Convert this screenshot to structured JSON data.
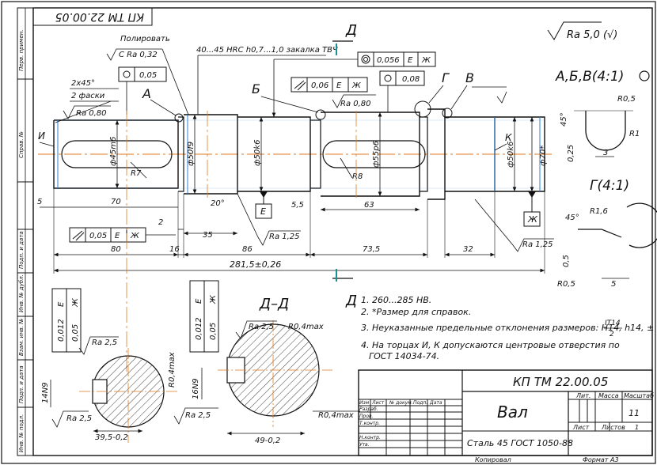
{
  "doc": {
    "code": "КП ТМ 22.00.05",
    "code_rotated": "КП ТМ 22.00.05",
    "name": "Вал",
    "material": "Сталь 45 ГОСТ 1050-88",
    "mass": "",
    "scale": "1:1",
    "sheet_label": "Лист",
    "sheets_label": "Листов",
    "sheets_value": "1",
    "copied": "Копировал",
    "format": "Формат А3",
    "scale_value": "1:1",
    "lit_value": "",
    "mass_value": "",
    "scale_shown": "11"
  },
  "title_block": {
    "col_izm": "Изм",
    "col_list": "Лист",
    "col_doc": "№ докум.",
    "col_sign": "Подп.",
    "col_date": "Дата",
    "row_razrab": "Разраб.",
    "row_prov": "Пров.",
    "row_tkontr": "Т.контр.",
    "row_nkontr": "Н.контр.",
    "row_utv": "Утв.",
    "lit_label": "Лит.",
    "mass_label": "Масса",
    "scale_label": "Масштаб"
  },
  "left_strip": [
    "Перв. примен.",
    "Справ. №",
    "Подп. и дата",
    "Инв. № дубл.",
    "Взам. инв. №",
    "Подп. и дата",
    "Инв. № подл."
  ],
  "roughness_general": "Ra 5,0 (√)",
  "notes": [
    "1. 260...285 НВ.",
    "2. *Размер для справок.",
    "3. Неуказанные предельные отклонения размеров: Н14, h14, ±",
    "4. На торцах И, К допускаются центровые отверстия по",
    "ГОСТ 14034-74."
  ],
  "note3_frac_top": "IT14",
  "note3_frac_bottom": "2",
  "labels": {
    "polish": "Полировать",
    "c_ra": "С Ra 0,32",
    "hardening": "40...45 HRC h0,7...1,0 закалка ТВЧ",
    "chamfer": "2х45°",
    "chamfer2": "2 фаски",
    "ra080_left": "Ra 0,80",
    "ra080_mid": "Ra 0,80",
    "section_d": "Д",
    "section_d2": "Д",
    "section_dd": "Д–Д",
    "detail_abv": "А,Б,В(4:1)",
    "detail_g": "Г(4:1)",
    "A": "А",
    "B": "Б",
    "G": "Г",
    "V": "В",
    "I": "И",
    "K": "К",
    "E1": "Е",
    "Zh1": "Ж"
  },
  "dims": {
    "d45": "ф45m6",
    "d50_1": "ф50f9",
    "d50_2": "ф50k6",
    "d55": "ф55p6",
    "d50_3": "ф50k6",
    "d70": "ф70*",
    "r7": "R7",
    "r8": "R8",
    "l70": "70",
    "l5": "5",
    "l2": "2",
    "l35": "35",
    "l20": "20°",
    "l55": "5,5",
    "l63": "63",
    "l80": "80",
    "l16": "16",
    "l86": "86",
    "l735": "73,5",
    "l32": "32",
    "ltotal": "281,5±0,26",
    "ra125a": "Ra 1,25",
    "ra125b": "Ra 1,25",
    "r05": "R0,5",
    "r1": "R1",
    "r025": "0,25",
    "r3": "3",
    "ang45": "45°",
    "r16": "R1,6",
    "ang45b": "45°",
    "v05": "0,5",
    "r05b": "R0,5",
    "v5": "5"
  },
  "tolerances": {
    "flat1": "0,05",
    "runout1": "0,056",
    "runout1_e": "Е",
    "runout1_zh": "Ж",
    "par1": "0,06",
    "par1_e": "Е",
    "par1_zh": "Ж",
    "cyl1": "0,08",
    "par2": "0,05",
    "par2_e": "Е",
    "par2_zh": "Ж"
  },
  "sections": {
    "left_width": "14N9",
    "left_ra": "Ra 2,5",
    "left_ra2": "Ra 2,5",
    "left_r": "R0,4max",
    "left_dim": "39,5-0,2",
    "left_par": "0,012",
    "left_sym": "0,05",
    "right_width": "16N9",
    "right_ra": "Ra 2,5",
    "right_ra2": "Ra 2,5",
    "right_r": "R0,4max",
    "right_r2": "R0,4max",
    "right_dim": "49-0,2",
    "right_par": "0,012",
    "right_sym": "0,05",
    "tol_e": "Е",
    "tol_zh": "Ж"
  }
}
